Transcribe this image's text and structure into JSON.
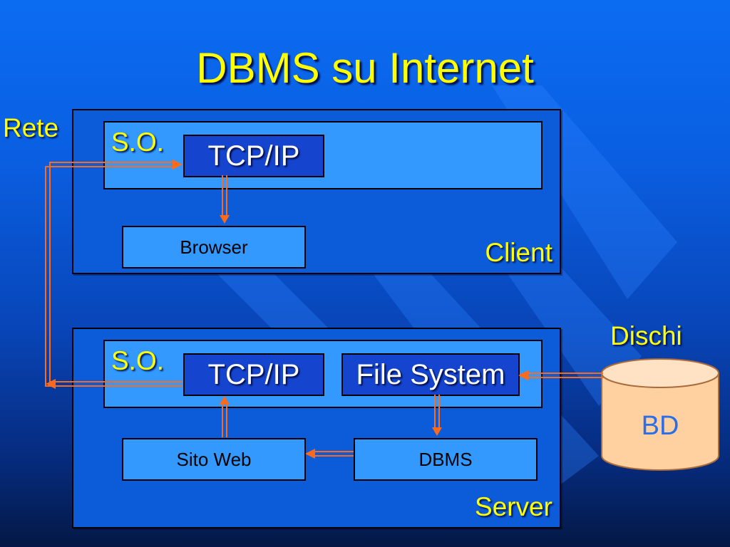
{
  "slide": {
    "title": "DBMS su Internet",
    "labels": {
      "rete": "Rete",
      "client": "Client",
      "server": "Server",
      "dischi": "Dischi",
      "so_client": "S.O.",
      "so_server": "S.O."
    },
    "boxes": {
      "tcpip_client": "TCP/IP",
      "browser": "Browser",
      "tcpip_server": "TCP/IP",
      "file_system": "File System",
      "sito_web": "Sito Web",
      "dbms": "DBMS"
    },
    "database": {
      "label": "BD"
    }
  },
  "colors": {
    "background_top": "#0b6cf2",
    "background_bottom": "#031845",
    "title": "#ffff00",
    "panel": "#0c5cd9",
    "light_box": "#3399ff",
    "dark_box": "#1545cf",
    "arrow": "#ff6a1a",
    "database": "#ffd0a0"
  }
}
